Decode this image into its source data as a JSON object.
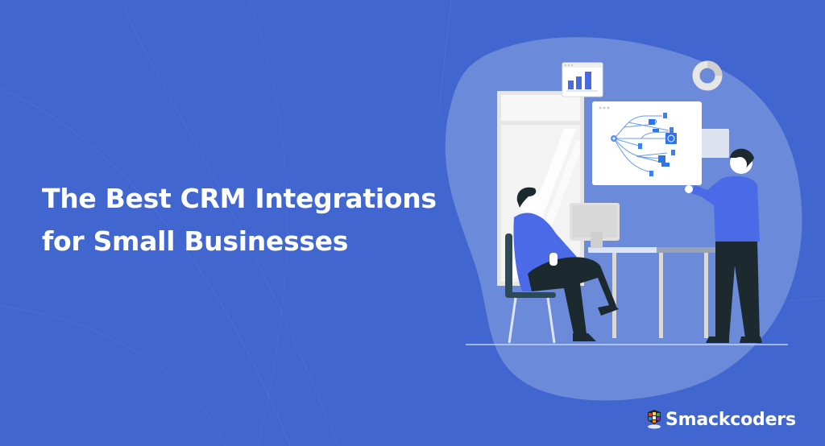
{
  "headline": {
    "line1": "The Best CRM Integrations",
    "line2": "for Small Businesses"
  },
  "brand": {
    "name": "Smackcoders",
    "logo_icon": "multicolor-cube-icon"
  },
  "colors": {
    "background": "#4166d0",
    "blob": "#6b8ad9",
    "text": "#ffffff",
    "accent_blue": "#3b82f6",
    "pants": "#1c2a30"
  },
  "illustration": {
    "description": "Two people in an office discussing a CRM integration flow diagram on a whiteboard",
    "elements": [
      "bar-chart-card",
      "donut-chart",
      "flow-diagram-board",
      "window",
      "desk",
      "monitor",
      "seated-man",
      "presenting-woman"
    ]
  }
}
